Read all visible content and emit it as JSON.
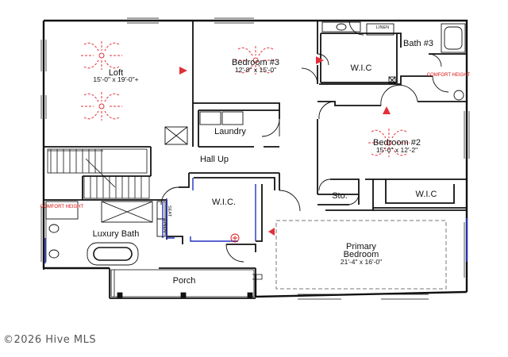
{
  "rooms": {
    "loft": {
      "name": "Loft",
      "dims": "15'-0\" x 19'-0\"+"
    },
    "bedroom3": {
      "name": "Bedroom #3",
      "dims": "12'-8\" x 15'-0\""
    },
    "bath3": {
      "name": "Bath #3"
    },
    "wic_top": {
      "name": "W.I.C"
    },
    "linen_top": {
      "name": "LINEN"
    },
    "comfort_top": {
      "name": "COMFORT HEIGHT"
    },
    "laundry": {
      "name": "Laundry"
    },
    "hall": {
      "name": "Hall Up"
    },
    "bedroom2": {
      "name": "Bedroom #2",
      "dims": "15'-0\" x 12'-2\""
    },
    "sto": {
      "name": "Sto."
    },
    "wic_b2": {
      "name": "W.I.C"
    },
    "wic_center": {
      "name": "W.I.C."
    },
    "comfort_left": {
      "name": "COMFORT HEIGHT"
    },
    "seat": {
      "name": "SEAT"
    },
    "linen_left": {
      "name": "LINEN"
    },
    "luxury_bath": {
      "name": "Luxury Bath"
    },
    "primary": {
      "name_line1": "Primary",
      "name_line2": "Bedroom",
      "dims": "21'-4\" x 16'-0\""
    },
    "porch": {
      "name": "Porch"
    }
  },
  "watermark": "©2026 Hive MLS",
  "colors": {
    "walls": "#111111",
    "fan": "#e0303a",
    "fixtures_blue": "#2230c0"
  }
}
